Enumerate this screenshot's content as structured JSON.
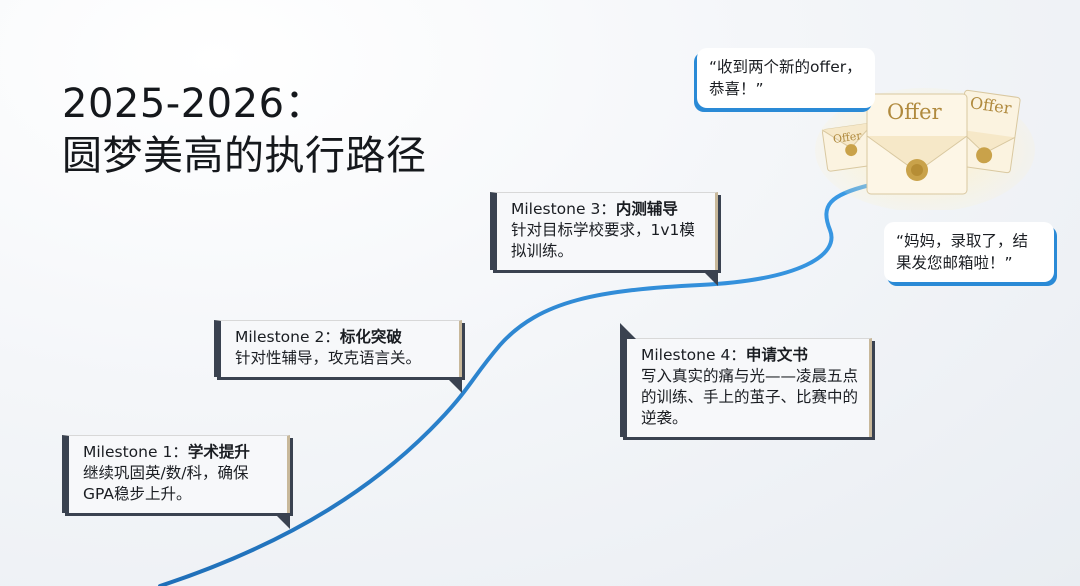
{
  "title": {
    "line1": "2025-2026：",
    "line2": "圆梦美高的执行路径"
  },
  "milestones": [
    {
      "head": "Milestone 1：",
      "name": "学术提升",
      "desc": "继续巩固英/数/科，确保GPA稳步上升。"
    },
    {
      "head": "Milestone 2：",
      "name": "标化突破",
      "desc": "针对性辅导，攻克语言关。"
    },
    {
      "head": "Milestone 3：",
      "name": "内测辅导",
      "desc": "针对目标学校要求，1v1模拟训练。"
    },
    {
      "head": "Milestone 4：",
      "name": "申请文书",
      "desc": "写入真实的痛与光——凌晨五点的训练、手上的茧子、比赛中的逆袭。"
    }
  ],
  "bubbles": {
    "top": "“收到两个新的offer，恭喜！”",
    "bottom": "“妈妈，录取了，结果发您邮箱啦！”"
  },
  "envelopes": {
    "label": "Offer"
  },
  "colors": {
    "path": "#2a8ad6",
    "card_border": "#3a4250",
    "card_accent": "#c8b89a",
    "bubble_shadow": "#2a8ad6"
  }
}
